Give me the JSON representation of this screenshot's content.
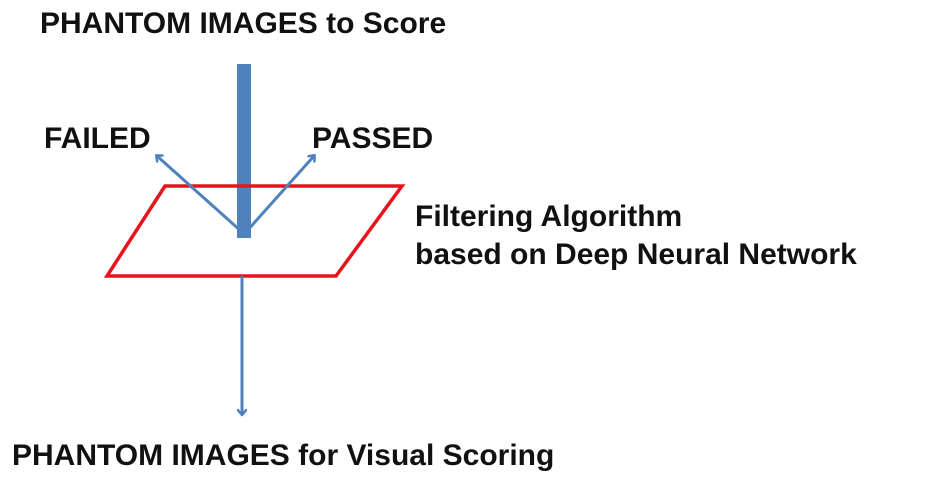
{
  "labels": {
    "input": "PHANTOM IMAGES to Score",
    "failed": "FAILED",
    "passed": "PASSED",
    "filter_line1": "Filtering Algorithm",
    "filter_line2": "based on Deep Neural Network",
    "output": "PHANTOM IMAGES for Visual Scoring"
  },
  "colors": {
    "arrow": "#4f81bd",
    "filter_plane": "#e8141b",
    "text": "#111111"
  }
}
